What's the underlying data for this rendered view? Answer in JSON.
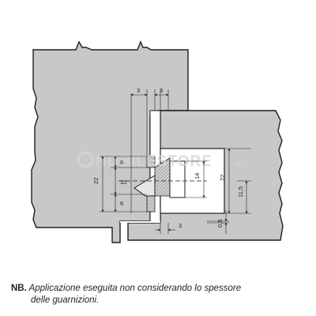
{
  "watermark": {
    "text": "NOBILESTORE",
    "suffix": ".it"
  },
  "dimensions": {
    "top_left": "3",
    "top_right": "3",
    "top_gap": "6",
    "middle": "10",
    "bottom_gap": "6",
    "total_height": "22",
    "slot_depth": "14",
    "right_height": "22",
    "right_offset": "11,5",
    "bottom_gap_small": "0,5",
    "bottom_width": "3"
  },
  "note": {
    "label": "NB.",
    "line1": "Applicazione eseguita non considerando lo spessore",
    "line2": "delle guarnizioni."
  },
  "colors": {
    "panel": "#c8c8c8",
    "panel_stroke": "#1e1e1e",
    "white_strip": "#ffffff",
    "profile": "#d9d9d9"
  }
}
